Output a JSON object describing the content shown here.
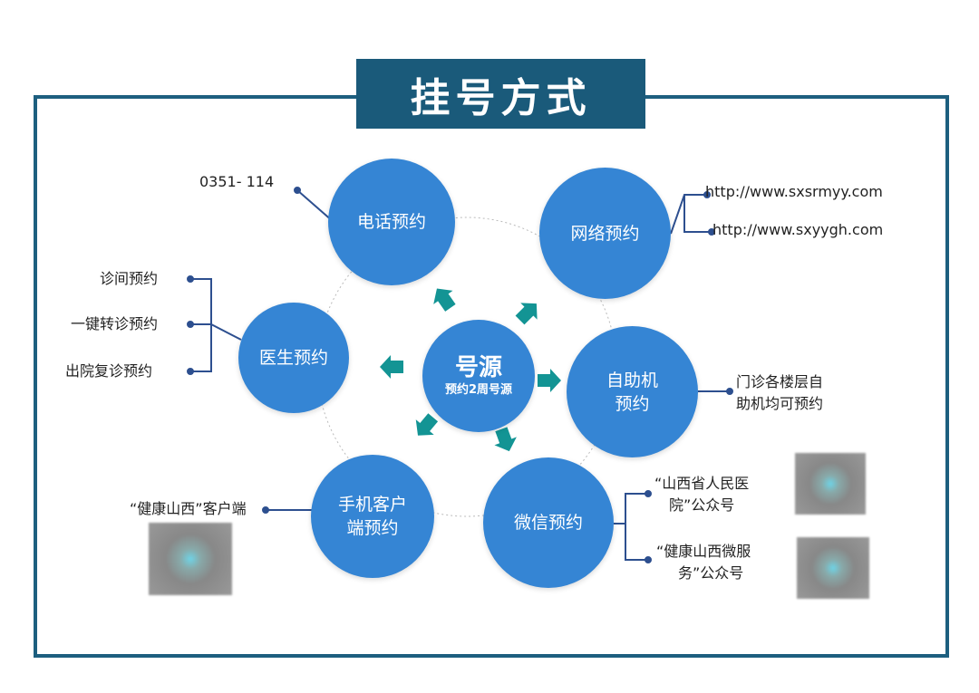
{
  "title": "挂号方式",
  "center": {
    "title": "号源",
    "subtitle": "预约2周号源"
  },
  "methods": [
    {
      "label": "电话预约"
    },
    {
      "label": "网络预约"
    },
    {
      "label": "医生预约"
    },
    {
      "label_line1": "自助机",
      "label_line2": "预约"
    },
    {
      "label": "微信预约"
    },
    {
      "label_line1": "手机客户",
      "label_line2": "端预约"
    }
  ],
  "phone": "0351- 114",
  "urls": [
    "http://www.sxsrmyy.com",
    "http://www.sxyygh.com"
  ],
  "doctor_options": [
    "诊间预约",
    "一键转诊预约",
    "出院复诊预约"
  ],
  "kiosk_note": [
    "门诊各楼层自",
    "助机均可预约"
  ],
  "wechat": [
    [
      "“山西省人民医",
      "院”公众号"
    ],
    [
      "“健康山西微服",
      "务”公众号"
    ]
  ],
  "app": "“健康山西”客户端",
  "colors": {
    "frame": "#1d5f7f",
    "circle": "#3585d4",
    "arrow": "#139494"
  }
}
